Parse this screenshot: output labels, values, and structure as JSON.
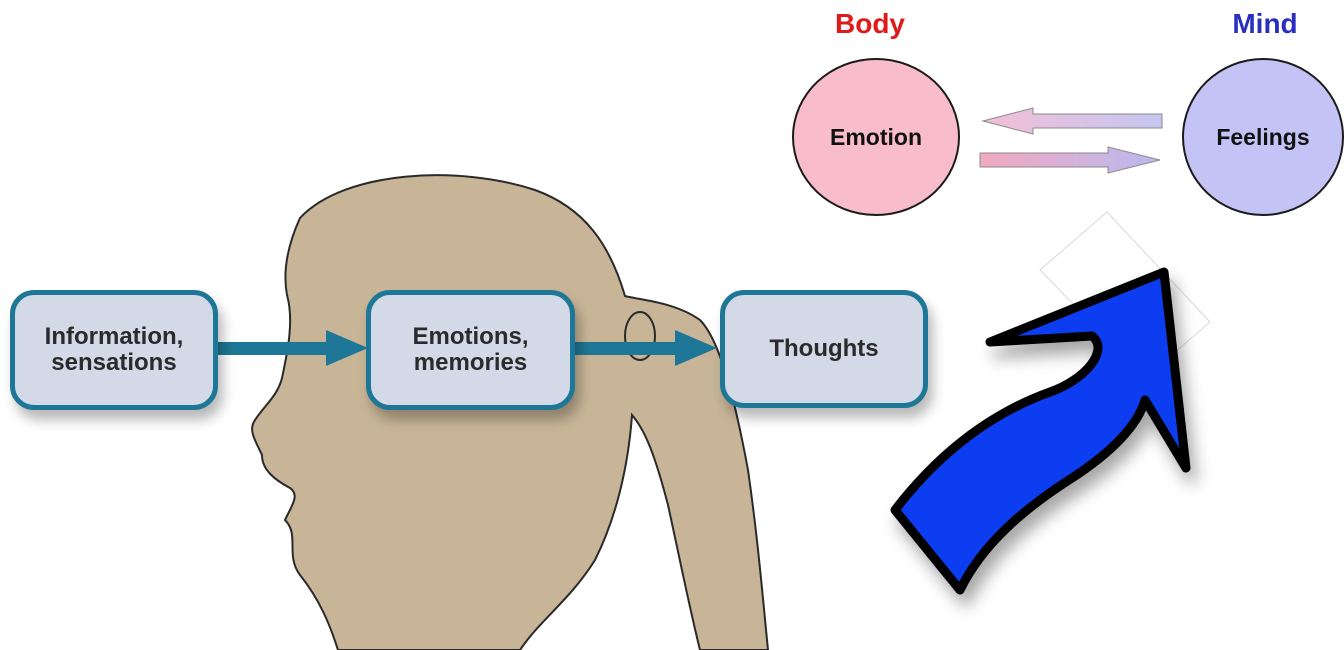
{
  "flow": {
    "box1_label": "Information,\nsensations",
    "box2_label": "Emotions,\nmemories",
    "box3_label": "Thoughts"
  },
  "body_mind": {
    "body_heading": "Body",
    "mind_heading": "Mind",
    "emotion_label": "Emotion",
    "feelings_label": "Feelings"
  },
  "colors": {
    "box_fill": "#d3d9e6",
    "box_border": "#1e7796",
    "flow_arrow": "#1e7796",
    "head_fill": "#c8b597",
    "body_heading": "#e01919",
    "mind_heading": "#2b2fc0",
    "emotion_fill": "#f9bccb",
    "feelings_fill": "#c4c3f6",
    "big_arrow": "#0a3cf0"
  },
  "icons": {
    "head": "human-head-profile-icon",
    "big_arrow": "curved-arrow-up-right-icon"
  }
}
